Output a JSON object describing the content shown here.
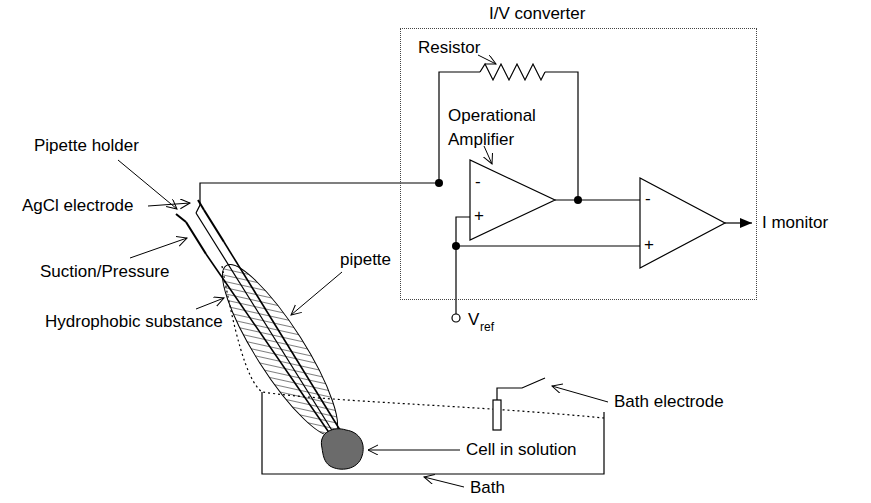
{
  "diagram": {
    "nodes": [
      {
        "text": [
          "I/V converter"
        ]
      }
    ],
    "labels": [
      "Resistor",
      "Operational Amplifier",
      "-",
      "+",
      "-",
      "+",
      "I monitor",
      "V",
      "ref",
      "Pipette holder",
      "AgCl electrode",
      "Suction/Pressure",
      "Hydrophobic substance",
      "pipette",
      "Bath electrode",
      "Cell in solution",
      "Bath"
    ]
  }
}
